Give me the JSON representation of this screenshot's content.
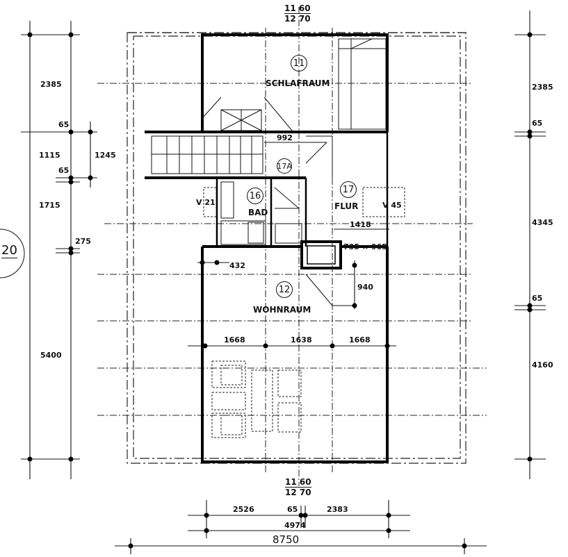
{
  "rooms": {
    "schlafraum": {
      "number": "11",
      "name": "SCHLAFRAUM"
    },
    "wohnraum": {
      "number": "12",
      "name": "WOHNRAUM"
    },
    "bad": {
      "number": "16",
      "name": "BAD"
    },
    "flur": {
      "number": "17",
      "name": "FLUR"
    },
    "stair_landing": {
      "number": "17A"
    }
  },
  "labels": {
    "v21": "V 21",
    "v45": "V 45",
    "opening": "735 × 965",
    "section_mark": "20"
  },
  "levels": {
    "top": {
      "upper_a": "11",
      "upper_b": "60",
      "lower_a": "12",
      "lower_b": "70"
    },
    "bottom": {
      "upper_a": "11",
      "upper_b": "60",
      "lower_a": "12",
      "lower_b": "70"
    }
  },
  "dimensions": {
    "left": {
      "d2385": "2385",
      "d65a": "65",
      "d1115": "1115",
      "d65b": "65",
      "d1715": "1715",
      "d275": "275",
      "d5400": "5400",
      "d1245": "1245"
    },
    "right": {
      "d2385": "2385",
      "d65a": "65",
      "d4345": "4345",
      "d65b": "65",
      "d4160": "4160"
    },
    "inner": {
      "d992": "992",
      "d1418": "1418",
      "d432": "432",
      "d940": "940",
      "d1668a": "1668",
      "d1638": "1638",
      "d1668b": "1668"
    },
    "bottom": {
      "d2526": "2526",
      "d65": "65",
      "d2383": "2383",
      "d4974": "4974",
      "d8750": "8750"
    }
  }
}
